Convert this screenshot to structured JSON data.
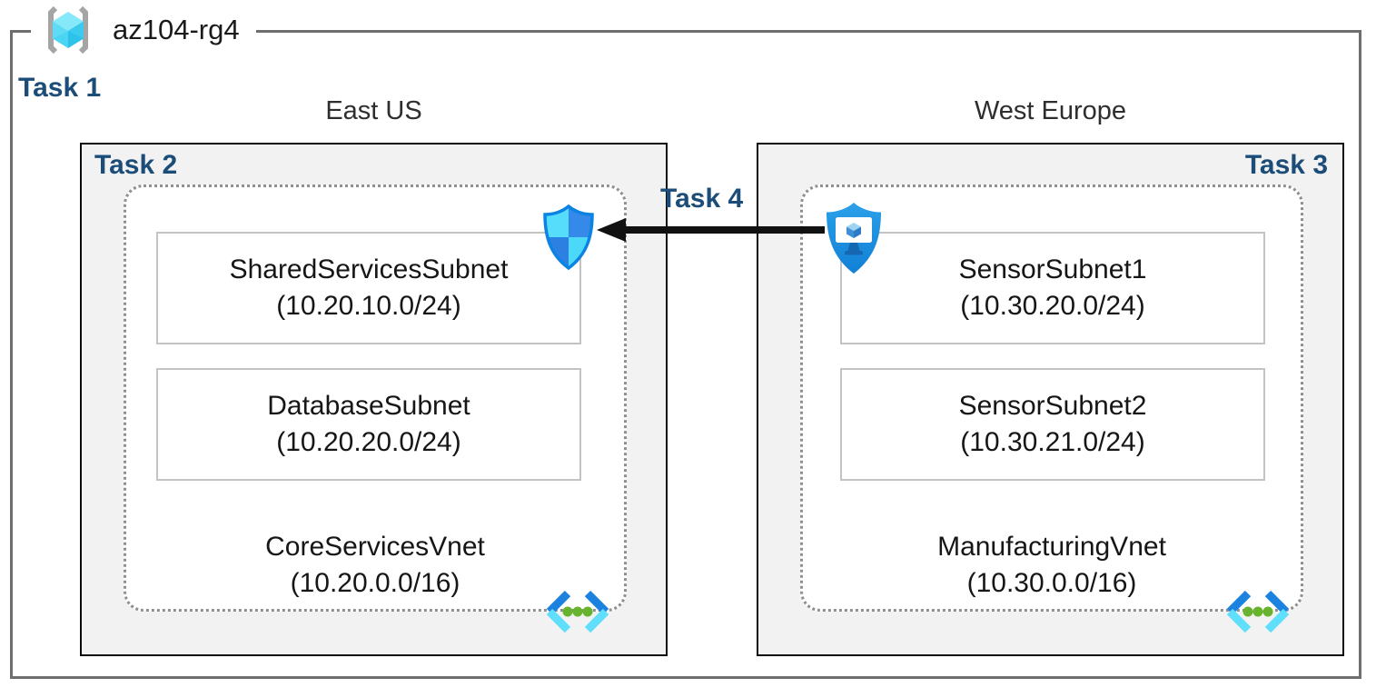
{
  "resource_group": {
    "name": "az104-rg4",
    "task_label": "Task 1"
  },
  "regions": {
    "east": {
      "label": "East US",
      "task_label": "Task 2",
      "vnet_name": "CoreServicesVnet",
      "vnet_cidr": "(10.20.0.0/16)",
      "subnets": [
        {
          "name": "SharedServicesSubnet",
          "cidr": "(10.20.10.0/24)"
        },
        {
          "name": "DatabaseSubnet",
          "cidr": "(10.20.20.0/24)"
        }
      ]
    },
    "west": {
      "label": "West Europe",
      "task_label": "Task 3",
      "vnet_name": "ManufacturingVnet",
      "vnet_cidr": "(10.30.0.0/16)",
      "subnets": [
        {
          "name": "SensorSubnet1",
          "cidr": "(10.30.20.0/24)"
        },
        {
          "name": "SensorSubnet2",
          "cidr": "(10.30.21.0/24)"
        }
      ]
    }
  },
  "peering": {
    "task_label": "Task 4",
    "direction": "west-to-east"
  },
  "icons": {
    "resource_group": "resource-group-icon",
    "east_security": "network-security-shield-icon",
    "west_endpoint": "bastion-monitor-shield-icon",
    "virtual_network": "virtual-network-icon"
  },
  "colors": {
    "task_label": "#1c4d78",
    "box_fill": "#f2f2f2",
    "box_border": "#0a0a0a",
    "outer_border": "#6e6e6e",
    "dotted_border": "#8f8f8f",
    "subnet_border": "#c3c3c3",
    "arrow": "#111111",
    "azure_blue": "#1489dc",
    "azure_cyan": "#50e6ff",
    "vnet_dot_green": "#68b32e"
  }
}
